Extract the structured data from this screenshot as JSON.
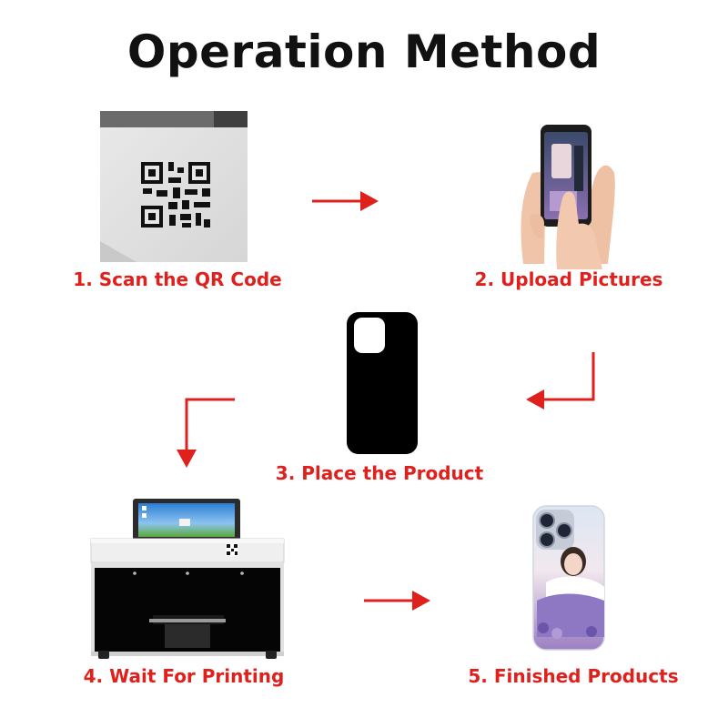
{
  "page": {
    "title": "Operation Method",
    "accent_color": "#e0201c"
  },
  "steps": [
    {
      "label": "1. Scan the QR Code",
      "icon": "qr-code-printer-corner"
    },
    {
      "label": "2. Upload Pictures",
      "icon": "hand-holding-smartphone"
    },
    {
      "label": "3. Place the Product",
      "icon": "black-phone-case"
    },
    {
      "label": "4. Wait For Printing",
      "icon": "uv-printer-with-touchscreen"
    },
    {
      "label": "5. Finished Products",
      "icon": "printed-phone-case"
    }
  ],
  "arrows": [
    "step1-to-step2",
    "step2-to-step3",
    "step3-to-step4",
    "step4-to-step5"
  ]
}
